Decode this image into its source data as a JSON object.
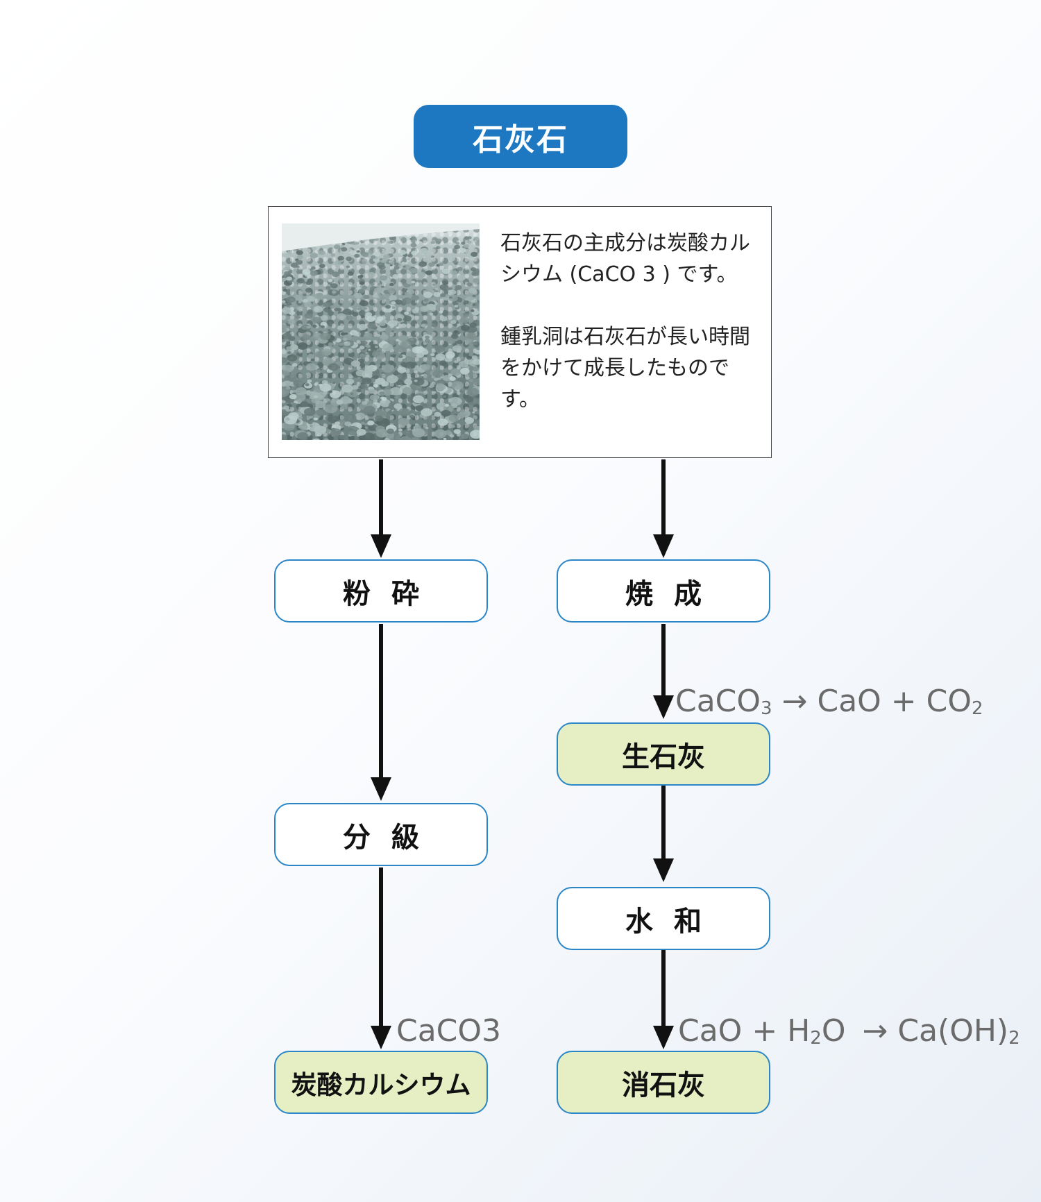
{
  "title": "石灰石",
  "info": {
    "line1": "石灰石の主成分は炭酸カルシウム (CaCO 3 ) です。",
    "line2": "鍾乳洞は石灰石が長い時間をかけて成長したものです。"
  },
  "left_flow": {
    "step1": [
      "粉",
      "砕"
    ],
    "step2": [
      "分",
      "級"
    ],
    "product": "炭酸カルシウム",
    "formula": "CaCO3"
  },
  "right_flow": {
    "step1": [
      "焼",
      "成"
    ],
    "intermediate": "生石灰",
    "step2": [
      "水",
      "和"
    ],
    "product": "消石灰",
    "calcination_formula": {
      "lhs": "CaCO",
      "lhs_sub": "3",
      "arrow": "→",
      "p1": "CaO",
      "plus": "+",
      "p2": "CO",
      "p2_sub": "2"
    },
    "hydration_formula": {
      "r1": "CaO",
      "plus": "+",
      "r2a": "H",
      "r2_sub": "2",
      "r2b": "O",
      "arrow": "→",
      "p": "Ca(OH)",
      "p_sub": "2"
    }
  },
  "colors": {
    "title_fill": "#1d78c1",
    "node_border": "#2a86c6",
    "product_fill": "#e6efc4",
    "formula_text": "#6b6b6b"
  }
}
